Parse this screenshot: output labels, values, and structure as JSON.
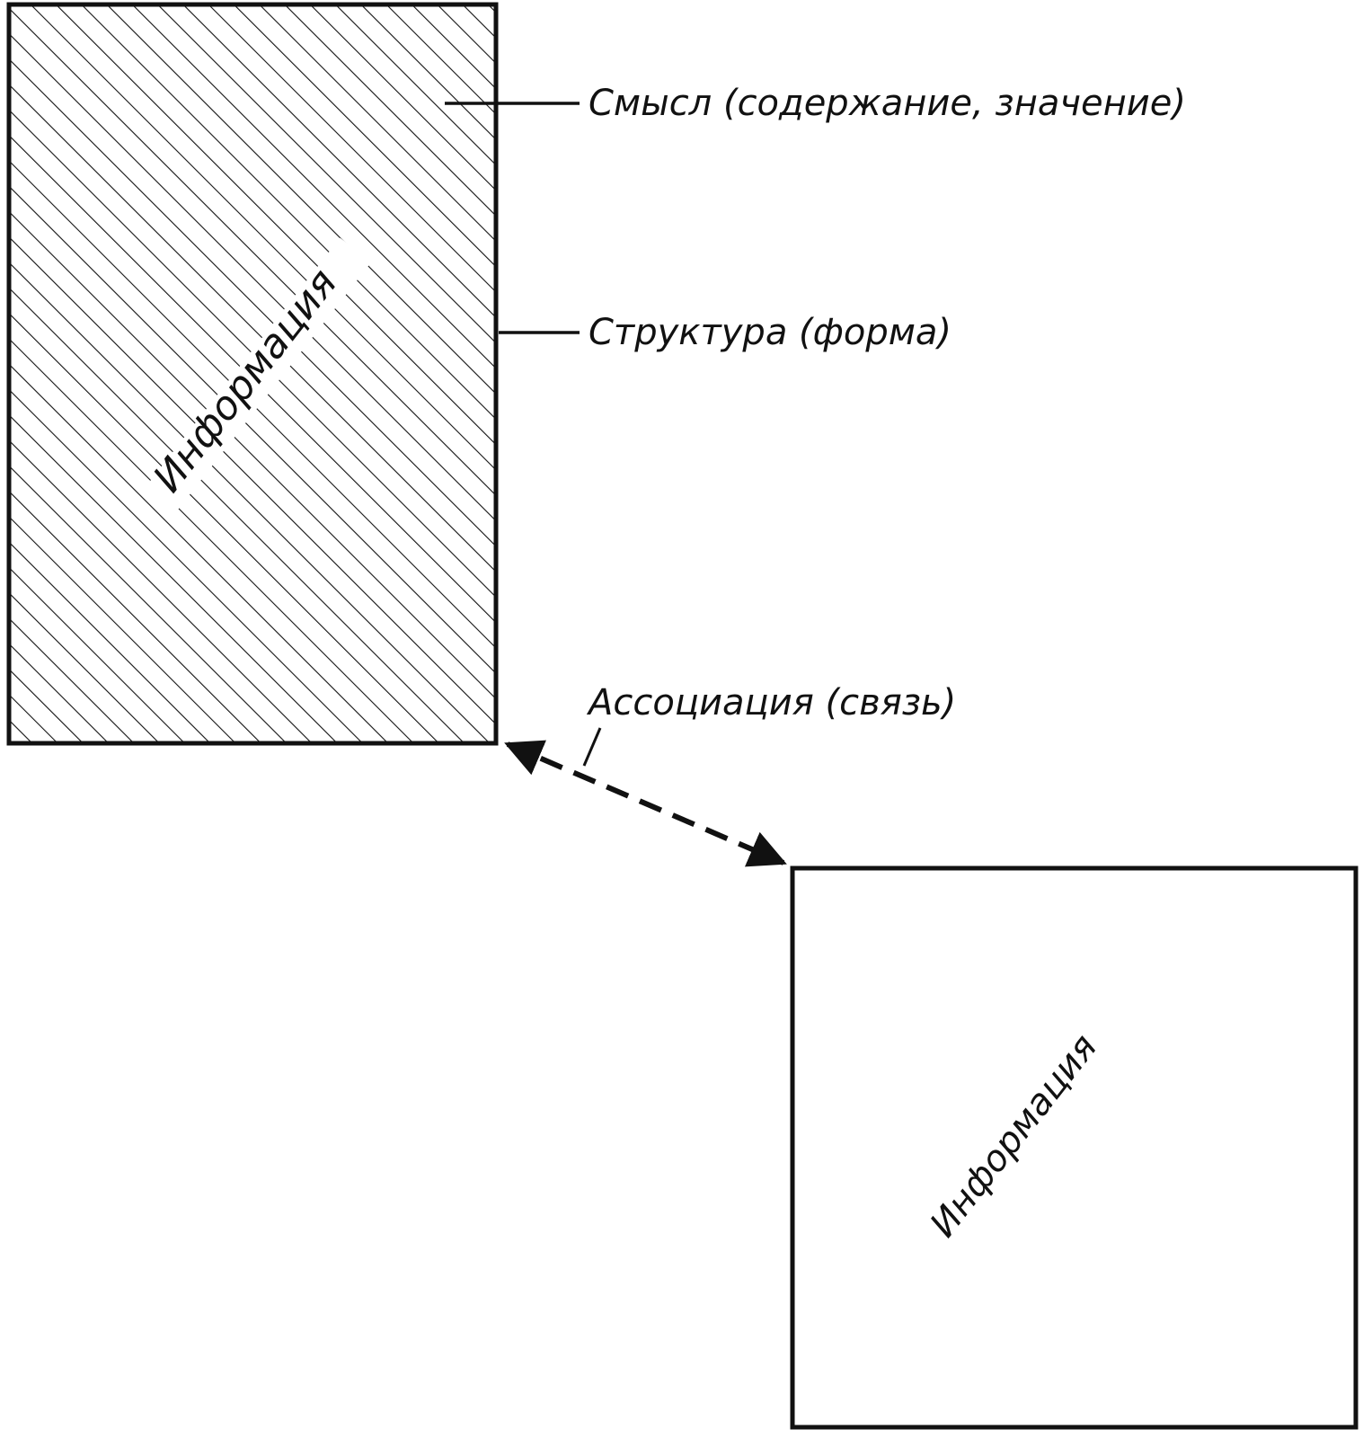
{
  "diagram": {
    "box_primary_label": "Информация",
    "box_secondary_label": "Информация",
    "meaning_label": "Смысл (содержание, значение)",
    "structure_label": "Структура (форма)",
    "association_label": "Ассоциация (связь)"
  },
  "colors": {
    "ink": "#111111",
    "paper": "#ffffff"
  }
}
